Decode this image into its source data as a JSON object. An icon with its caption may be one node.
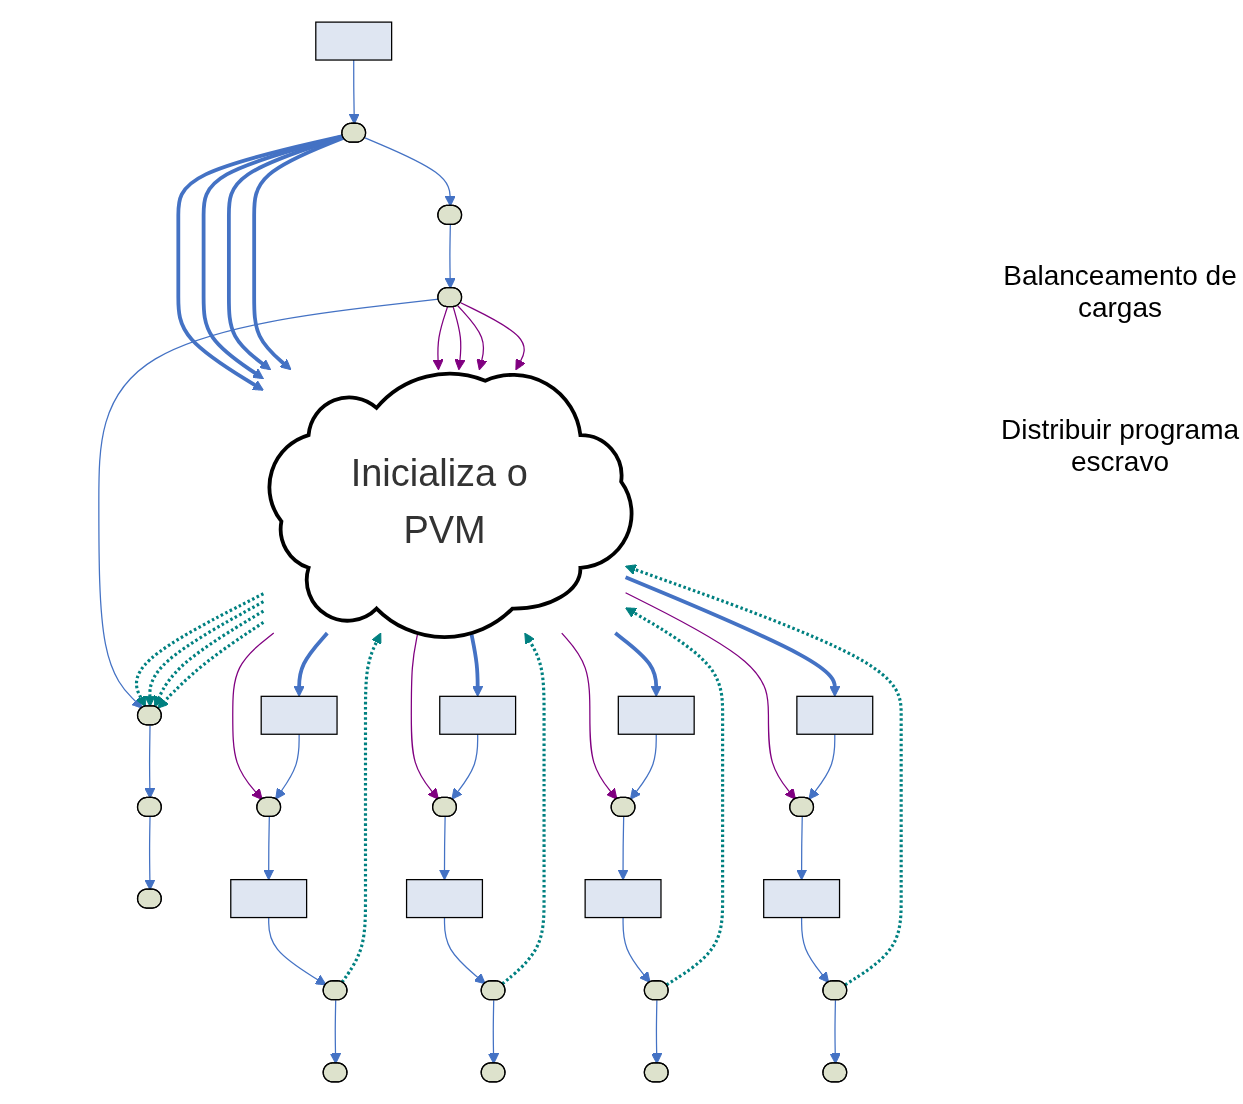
{
  "diagram": {
    "nodes": [
      {
        "text": [],
        "shape": "box"
      },
      {
        "text": [],
        "shape": "ellipse"
      },
      {
        "text": [],
        "shape": "ellipse"
      },
      {
        "text": [],
        "shape": "ellipse"
      },
      {
        "text": [],
        "shape": "ellipse"
      },
      {
        "text": [],
        "shape": "ellipse"
      },
      {
        "text": [],
        "shape": "ellipse"
      },
      {
        "text": [
          "Inicializa o PVM"
        ]
      },
      {
        "text": [],
        "shape": "box"
      },
      {
        "text": [],
        "shape": "ellipse"
      },
      {
        "text": [],
        "shape": "box"
      },
      {
        "text": [],
        "shape": "ellipse"
      },
      {
        "text": [],
        "shape": "ellipse"
      },
      {
        "text": [],
        "shape": "box"
      },
      {
        "text": [],
        "shape": "ellipse"
      },
      {
        "text": [],
        "shape": "box"
      },
      {
        "text": [],
        "shape": "ellipse"
      },
      {
        "text": [],
        "shape": "ellipse"
      },
      {
        "text": [],
        "shape": "box"
      },
      {
        "text": [],
        "shape": "ellipse"
      },
      {
        "text": [],
        "shape": "box"
      },
      {
        "text": [],
        "shape": "ellipse"
      },
      {
        "text": [],
        "shape": "ellipse"
      },
      {
        "text": [],
        "shape": "box"
      },
      {
        "text": [],
        "shape": "ellipse"
      },
      {
        "text": [],
        "shape": "box"
      },
      {
        "text": [],
        "shape": "ellipse"
      },
      {
        "text": [],
        "shape": "ellipse"
      }
    ],
    "edges": [
      {
        "from": 0,
        "to": 1,
        "arrow": "to"
      },
      {
        "from": 1,
        "to": 2,
        "arrow": "to"
      },
      {
        "from": 2,
        "to": 3,
        "arrow": "to"
      },
      {
        "from": 3,
        "to": 4,
        "arrow": "to"
      },
      {
        "from": 4,
        "to": 5,
        "arrow": "to"
      },
      {
        "from": 5,
        "to": 6,
        "arrow": "to"
      },
      {
        "from": 1,
        "to": 7,
        "arrow": "to",
        "style": "thick"
      },
      {
        "from": 1,
        "to": 7,
        "arrow": "to",
        "style": "thick"
      },
      {
        "from": 1,
        "to": 7,
        "arrow": "to",
        "style": "thick"
      },
      {
        "from": 1,
        "to": 7,
        "arrow": "to",
        "style": "thick"
      },
      {
        "from": 3,
        "to": 7,
        "arrow": "to",
        "color": "#800080"
      },
      {
        "from": 3,
        "to": 7,
        "arrow": "to",
        "color": "#800080"
      },
      {
        "from": 3,
        "to": 7,
        "arrow": "to",
        "color": "#800080"
      },
      {
        "from": 3,
        "to": 7,
        "arrow": "to",
        "color": "#800080"
      },
      {
        "from": 7,
        "to": 4,
        "arrow": "to",
        "style": "dashed",
        "color": "#008080"
      },
      {
        "from": 7,
        "to": 4,
        "arrow": "to",
        "style": "dashed",
        "color": "#008080"
      },
      {
        "from": 7,
        "to": 4,
        "arrow": "to",
        "style": "dashed",
        "color": "#008080"
      },
      {
        "from": 7,
        "to": 4,
        "arrow": "to",
        "style": "dashed",
        "color": "#008080"
      },
      {
        "from": 7,
        "to": 8,
        "arrow": "to",
        "style": "thick"
      },
      {
        "from": 7,
        "to": 9,
        "arrow": "to",
        "color": "#800080"
      },
      {
        "from": 8,
        "to": 9,
        "arrow": "to"
      },
      {
        "from": 9,
        "to": 10,
        "arrow": "to"
      },
      {
        "from": 10,
        "to": 11,
        "arrow": "to"
      },
      {
        "from": 11,
        "to": 12,
        "arrow": "to"
      },
      {
        "from": 11,
        "to": 7,
        "arrow": "to",
        "style": "dashed",
        "color": "#008080"
      },
      {
        "from": 7,
        "to": 13,
        "arrow": "to",
        "style": "thick"
      },
      {
        "from": 7,
        "to": 14,
        "arrow": "to",
        "color": "#800080"
      },
      {
        "from": 13,
        "to": 14,
        "arrow": "to"
      },
      {
        "from": 14,
        "to": 15,
        "arrow": "to"
      },
      {
        "from": 15,
        "to": 16,
        "arrow": "to"
      },
      {
        "from": 16,
        "to": 17,
        "arrow": "to"
      },
      {
        "from": 16,
        "to": 7,
        "arrow": "to",
        "style": "dashed",
        "color": "#008080"
      },
      {
        "from": 7,
        "to": 18,
        "arrow": "to",
        "style": "thick"
      },
      {
        "from": 7,
        "to": 19,
        "arrow": "to",
        "color": "#800080"
      },
      {
        "from": 18,
        "to": 19,
        "arrow": "to"
      },
      {
        "from": 19,
        "to": 20,
        "arrow": "to"
      },
      {
        "from": 20,
        "to": 21,
        "arrow": "to"
      },
      {
        "from": 21,
        "to": 22,
        "arrow": "to"
      },
      {
        "from": 21,
        "to": 7,
        "arrow": "to",
        "style": "dashed",
        "color": "#008080"
      },
      {
        "from": 7,
        "to": 23,
        "arrow": "to",
        "style": "thick"
      },
      {
        "from": 7,
        "to": 24,
        "arrow": "to",
        "color": "#800080"
      },
      {
        "from": 23,
        "to": 24,
        "arrow": "to"
      },
      {
        "from": 24,
        "to": 25,
        "arrow": "to"
      },
      {
        "from": 25,
        "to": 26,
        "arrow": "to"
      },
      {
        "from": 26,
        "to": 27,
        "arrow": "to"
      },
      {
        "from": 26,
        "to": 7,
        "arrow": "to",
        "style": "dashed",
        "color": "#008080"
      }
    ],
    "labels": [
      "Balanceamento de cargas",
      "Distribuir programa escravo"
    ]
  }
}
